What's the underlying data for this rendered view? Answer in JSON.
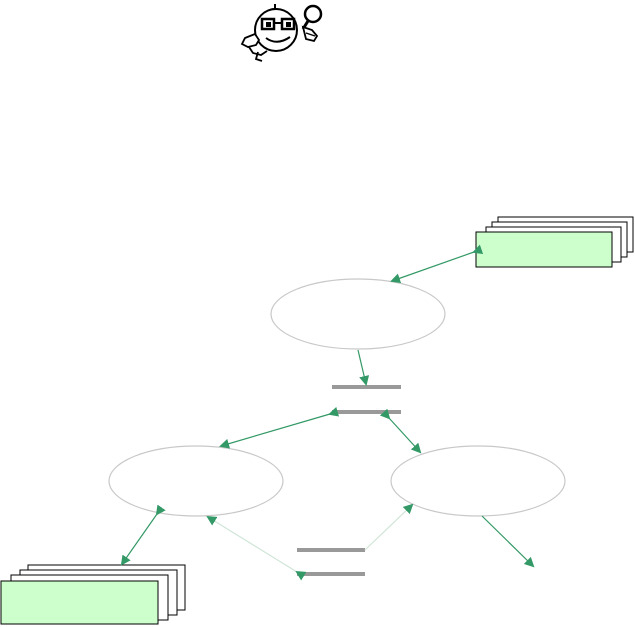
{
  "diagram": {
    "mascot": {
      "icon": "inspector-mascot-icon",
      "description_icon_parts": [
        "glasses",
        "magnifying-glass",
        "pointing-hand"
      ]
    },
    "colors": {
      "background": "#ffffff",
      "store_fill": "#ccffcc",
      "store_stroke": "#000000",
      "process_stroke": "#c8c8c8",
      "datastore_bar": "#999999",
      "flow_arrow": "#339966",
      "faint_flow_arrow": "#cfe5d7"
    },
    "nodes": {
      "external_top_right": {
        "kind": "external-entity",
        "label": ""
      },
      "external_bottom_left": {
        "kind": "external-entity",
        "label": ""
      },
      "process_top": {
        "kind": "process",
        "label": ""
      },
      "process_left": {
        "kind": "process",
        "label": ""
      },
      "process_right": {
        "kind": "process",
        "label": ""
      },
      "datastore_center": {
        "kind": "data-store",
        "label": ""
      },
      "datastore_bottom": {
        "kind": "data-store",
        "label": ""
      }
    }
  }
}
